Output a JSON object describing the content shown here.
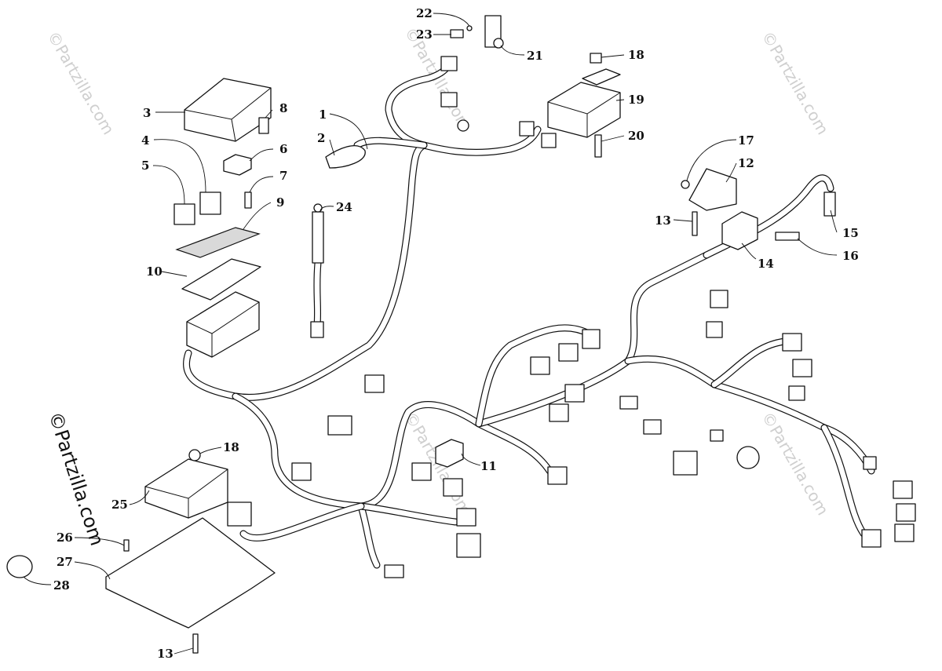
{
  "diagram": {
    "watermark_text": "©Partzilla.com",
    "callouts": [
      {
        "id": "c1",
        "label": "1"
      },
      {
        "id": "c2",
        "label": "2"
      },
      {
        "id": "c3",
        "label": "3"
      },
      {
        "id": "c4",
        "label": "4"
      },
      {
        "id": "c5",
        "label": "5"
      },
      {
        "id": "c6",
        "label": "6"
      },
      {
        "id": "c7",
        "label": "7"
      },
      {
        "id": "c8",
        "label": "8"
      },
      {
        "id": "c9",
        "label": "9"
      },
      {
        "id": "c10",
        "label": "10"
      },
      {
        "id": "c11",
        "label": "11"
      },
      {
        "id": "c12",
        "label": "12"
      },
      {
        "id": "c13a",
        "label": "13"
      },
      {
        "id": "c13b",
        "label": "13"
      },
      {
        "id": "c14",
        "label": "14"
      },
      {
        "id": "c15",
        "label": "15"
      },
      {
        "id": "c16",
        "label": "16"
      },
      {
        "id": "c17",
        "label": "17"
      },
      {
        "id": "c18a",
        "label": "18"
      },
      {
        "id": "c18b",
        "label": "18"
      },
      {
        "id": "c19",
        "label": "19"
      },
      {
        "id": "c20",
        "label": "20"
      },
      {
        "id": "c21",
        "label": "21"
      },
      {
        "id": "c22",
        "label": "22"
      },
      {
        "id": "c23",
        "label": "23"
      },
      {
        "id": "c24",
        "label": "24"
      },
      {
        "id": "c25",
        "label": "25"
      },
      {
        "id": "c26",
        "label": "26"
      },
      {
        "id": "c27",
        "label": "27"
      },
      {
        "id": "c28",
        "label": "28"
      }
    ]
  }
}
